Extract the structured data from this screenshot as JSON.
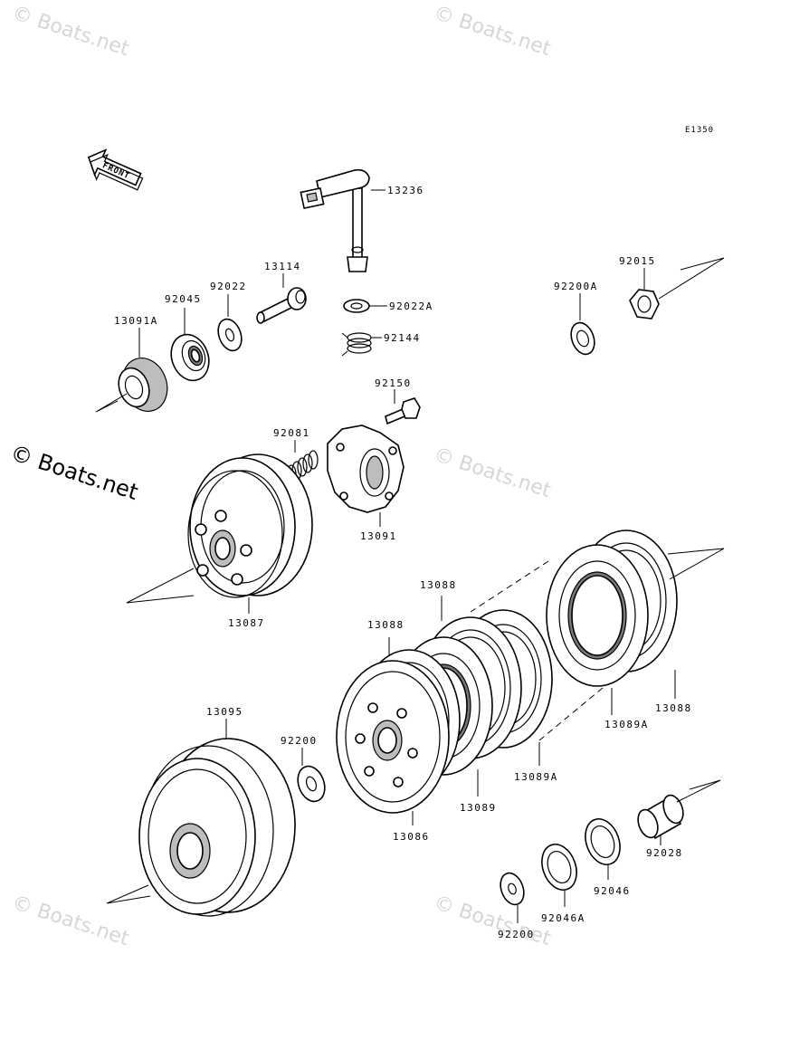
{
  "diagram_code": "E1350",
  "front_label": "FRONT",
  "watermarks": {
    "faint": "© Boats.net",
    "dark": "© Boats.net"
  },
  "parts": {
    "p13236": "13236",
    "p92022A": "92022A",
    "p92144": "92144",
    "p13114": "13114",
    "p92022": "92022",
    "p92045": "92045",
    "p13091A": "13091A",
    "p92200A": "92200A",
    "p92015": "92015",
    "p92150": "92150",
    "p92081": "92081",
    "p13091": "13091",
    "p13087": "13087",
    "p13088_top": "13088",
    "p13088_left": "13088",
    "p13088_right": "13088",
    "p13089A_right": "13089A",
    "p13089A_mid": "13089A",
    "p13089": "13089",
    "p13086": "13086",
    "p13095": "13095",
    "p92200_mid": "92200",
    "p92028": "92028",
    "p92046": "92046",
    "p92046A": "92046A",
    "p92200_bottom": "92200"
  }
}
